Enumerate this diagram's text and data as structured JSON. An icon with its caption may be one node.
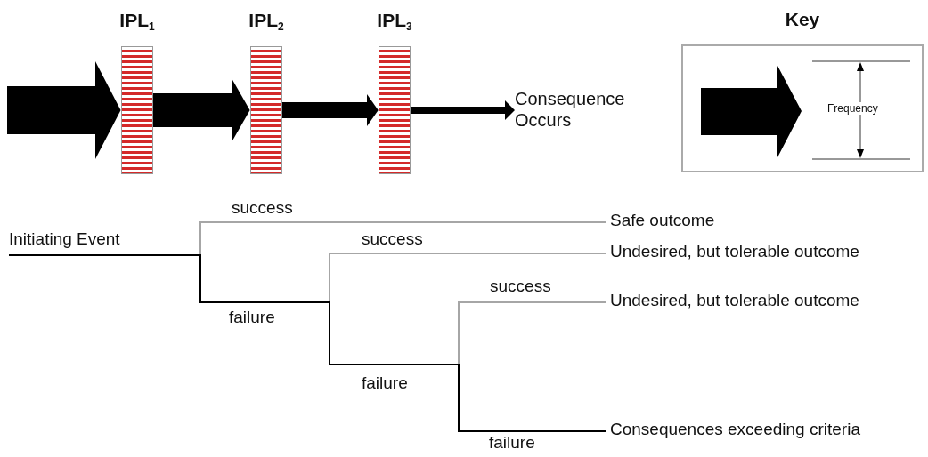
{
  "diagram": {
    "nodes": [
      {
        "text": [
          "IPL$_{1}$"
        ]
      },
      {
        "text": [
          "IPL$_{2}$"
        ]
      },
      {
        "text": [
          "IPL$_{3}$"
        ]
      },
      {
        "text": [
          "Consequence Occurs"
        ]
      },
      {
        "text": [
          "Key"
        ]
      },
      {
        "text": [
          "Initiating Event"
        ]
      },
      {
        "text": [
          "Safe outcome"
        ]
      },
      {
        "text": [
          "Undesired, but tolerable outcome"
        ]
      },
      {
        "text": [
          "Undesired, but tolerable outcome"
        ]
      },
      {
        "text": [
          "Consequences exceeding criteria"
        ]
      }
    ],
    "edges": [
      {
        "from": null,
        "to": 0,
        "arrow": "to",
        "style": "thick"
      },
      {
        "from": 0,
        "to": 1,
        "arrow": "to",
        "style": "thick"
      },
      {
        "from": 1,
        "to": 2,
        "arrow": "to",
        "style": "thick"
      },
      {
        "from": 2,
        "to": 3,
        "arrow": "to",
        "style": "thick"
      },
      {
        "from": 5,
        "to": 6,
        "arrow": "none",
        "label": "success",
        "color": "#a6a6a6"
      },
      {
        "from": 5,
        "to": 7,
        "arrow": "none",
        "label": "success",
        "color": "#a6a6a6"
      },
      {
        "from": 5,
        "to": 8,
        "arrow": "none",
        "label": "success",
        "color": "#a6a6a6"
      },
      {
        "from": 5,
        "to": 9,
        "arrow": "none",
        "label": "failure",
        "color": "#000000"
      }
    ],
    "labels": [
      "Frequency",
      "failure",
      "failure"
    ]
  }
}
